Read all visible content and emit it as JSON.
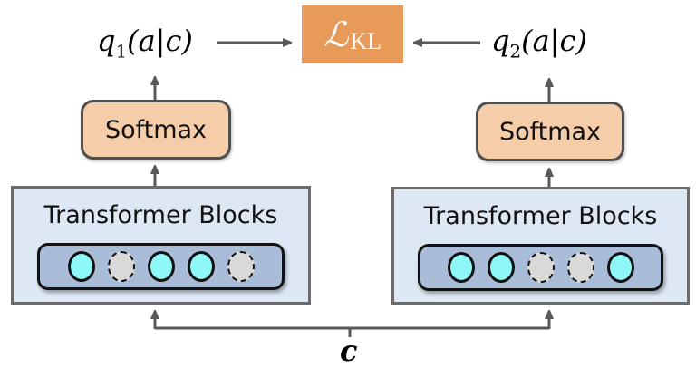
{
  "diagram": {
    "loss": {
      "symbol": "ℒ",
      "subscript": "KL",
      "color": "#e89a58"
    },
    "branches": [
      {
        "id": "left",
        "output_label": {
          "q": "q",
          "index": "1",
          "args": "(a|c)"
        },
        "softmax_label": "Softmax",
        "block_label": "Transformer Blocks",
        "tokens": [
          "active",
          "masked",
          "active",
          "active",
          "masked"
        ]
      },
      {
        "id": "right",
        "output_label": {
          "q": "q",
          "index": "2",
          "args": "(a|c)"
        },
        "softmax_label": "Softmax",
        "block_label": "Transformer Blocks",
        "tokens": [
          "active",
          "active",
          "masked",
          "masked",
          "active"
        ]
      }
    ],
    "input_label": "c",
    "colors": {
      "softmax_fill": "#f5cda8",
      "block_fill": "#dde8f4",
      "token_bar_fill": "#a9bdd8",
      "token_active": "#8ef8f8",
      "token_masked": "#d9d9d9",
      "arrow": "#595959"
    }
  }
}
